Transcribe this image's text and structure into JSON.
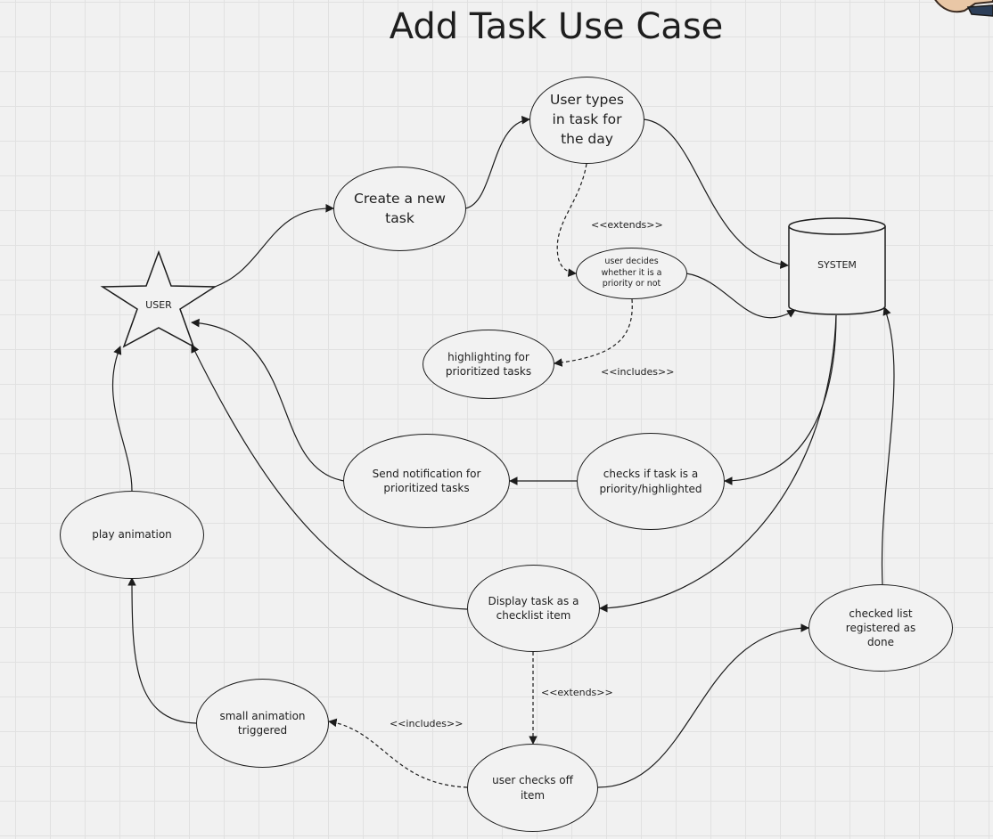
{
  "title": "Add Task Use Case",
  "actor": {
    "label": "USER"
  },
  "system": {
    "label": "SYSTEM"
  },
  "use_cases": {
    "create_task": "Create a new task",
    "types_task": "User types in task for the day",
    "decides_priority": "user decides whether it is a priority or not",
    "highlighting": "highlighting for prioritized tasks",
    "checks_priority": "checks if task is a priority/highlighted",
    "send_notification": "Send notification for prioritized tasks",
    "play_animation": "play animation",
    "display_checklist": "Display task as a checklist item",
    "checked_done": "checked list registered as done",
    "small_animation": "small animation triggered",
    "checks_off": "user checks off item"
  },
  "relations": {
    "extends_1": "<<extends>>",
    "includes_1": "<<includes>>",
    "extends_2": "<<extends>>",
    "includes_2": "<<includes>>"
  },
  "colors": {
    "background": "#f1f1f1",
    "grid": "#e1e1e1",
    "stroke": "#1c1c1c",
    "text": "#1e1e1e"
  }
}
